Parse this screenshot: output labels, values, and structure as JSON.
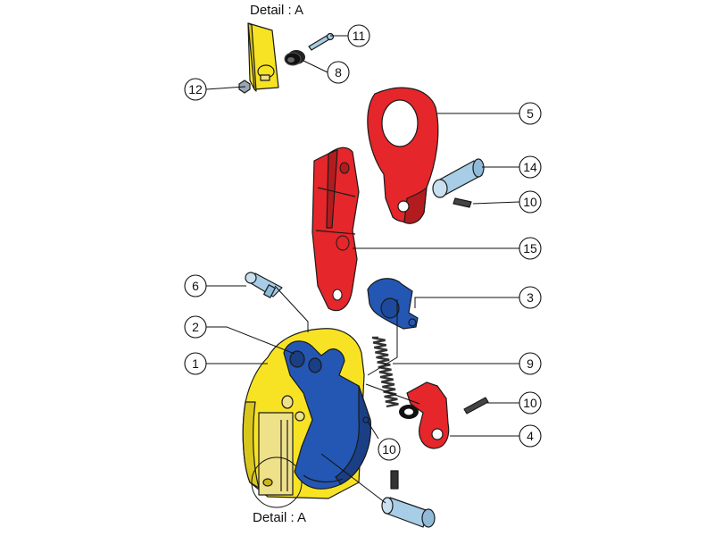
{
  "detail_titles": {
    "top": "Detail : A",
    "bottom": "Detail : A"
  },
  "callouts": [
    {
      "id": "c11",
      "number": "11"
    },
    {
      "id": "c8",
      "number": "8"
    },
    {
      "id": "c12",
      "number": "12"
    },
    {
      "id": "c5",
      "number": "5"
    },
    {
      "id": "c14",
      "number": "14"
    },
    {
      "id": "c10a",
      "number": "10"
    },
    {
      "id": "c15",
      "number": "15"
    },
    {
      "id": "c6",
      "number": "6"
    },
    {
      "id": "c3",
      "number": "3"
    },
    {
      "id": "c2",
      "number": "2"
    },
    {
      "id": "c1",
      "number": "1"
    },
    {
      "id": "c9",
      "number": "9"
    },
    {
      "id": "c10b",
      "number": "10"
    },
    {
      "id": "c10c",
      "number": "10"
    },
    {
      "id": "c4",
      "number": "4"
    }
  ],
  "colors": {
    "yellow": "#f7e323",
    "red": "#e5262a",
    "blue": "#2457b3",
    "pin": "#a8cde6",
    "spring": "#333333"
  }
}
